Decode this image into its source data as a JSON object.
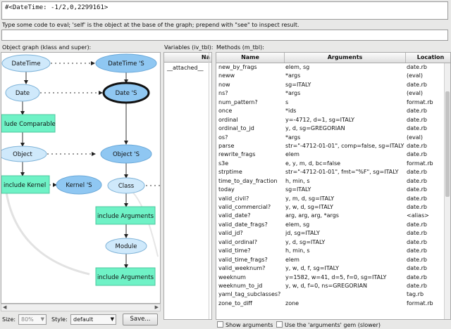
{
  "result_text": "#<DateTime: -1/2,0,2299161>",
  "hint": "Type some code to eval; 'self' is the object at the base of the graph; prepend with \"see\" to inspect result.",
  "graph": {
    "title": "Object graph (klass and super):",
    "nodes": [
      "DateTime",
      "DateTime 'S",
      "Date",
      "Date 'S",
      "lude Comparable",
      "Object",
      "Object 'S",
      "include Kernel",
      "Kernel 'S",
      "Class",
      "include Arguments",
      "Module",
      "include Arguments"
    ],
    "colors": {
      "node": "#cfe9fb",
      "node_alt": "#8fc7f2",
      "module": "#6ff2c6"
    }
  },
  "variables": {
    "title": "Variables (iv_tbl):",
    "header": "Na",
    "rows": [
      "__attached__"
    ]
  },
  "methods": {
    "title": "Methods (m_tbl):",
    "headers": [
      "Name",
      "Arguments",
      "Location"
    ],
    "rows": [
      [
        "new_by_frags",
        "elem, sg",
        "date.rb"
      ],
      [
        "neww",
        "*args",
        "(eval)"
      ],
      [
        "now",
        "sg=ITALY",
        "date.rb"
      ],
      [
        "ns?",
        "*args",
        "(eval)"
      ],
      [
        "num_pattern?",
        "s",
        "format.rb"
      ],
      [
        "once",
        "*ids",
        "date.rb"
      ],
      [
        "ordinal",
        "y=-4712, d=1, sg=ITALY",
        "date.rb"
      ],
      [
        "ordinal_to_jd",
        "y, d, sg=GREGORIAN",
        "date.rb"
      ],
      [
        "os?",
        "*args",
        "(eval)"
      ],
      [
        "parse",
        "str=\"-4712-01-01\", comp=false, sg=ITALY",
        "date.rb"
      ],
      [
        "rewrite_frags",
        "elem",
        "date.rb"
      ],
      [
        "s3e",
        "e, y, m, d, bc=false",
        "format.rb"
      ],
      [
        "strptime",
        "str=\"-4712-01-01\", fmt=\"%F\", sg=ITALY",
        "date.rb"
      ],
      [
        "time_to_day_fraction",
        "h, min, s",
        "date.rb"
      ],
      [
        "today",
        "sg=ITALY",
        "date.rb"
      ],
      [
        "valid_civil?",
        "y, m, d, sg=ITALY",
        "date.rb"
      ],
      [
        "valid_commercial?",
        "y, w, d, sg=ITALY",
        "date.rb"
      ],
      [
        "valid_date?",
        "arg, arg, arg, *args",
        "<alias>"
      ],
      [
        "valid_date_frags?",
        "elem, sg",
        "date.rb"
      ],
      [
        "valid_jd?",
        "jd, sg=ITALY",
        "date.rb"
      ],
      [
        "valid_ordinal?",
        "y, d, sg=ITALY",
        "date.rb"
      ],
      [
        "valid_time?",
        "h, min, s",
        "date.rb"
      ],
      [
        "valid_time_frags?",
        "elem",
        "date.rb"
      ],
      [
        "valid_weeknum?",
        "y, w, d, f, sg=ITALY",
        "date.rb"
      ],
      [
        "weeknum",
        "y=1582, w=41, d=5, f=0, sg=ITALY",
        "date.rb"
      ],
      [
        "weeknum_to_jd",
        "y, w, d, f=0, ns=GREGORIAN",
        "date.rb"
      ],
      [
        "yaml_tag_subclasses?",
        "",
        "tag.rb"
      ],
      [
        "zone_to_diff",
        "zone",
        "format.rb"
      ]
    ]
  },
  "controls": {
    "size_label": "Size:",
    "size_value": "80%",
    "style_label": "Style:",
    "style_value": "default",
    "save_label": "Save..."
  },
  "options": {
    "show_arguments": "Show arguments",
    "use_gem": "Use the 'arguments' gem (slower)"
  }
}
